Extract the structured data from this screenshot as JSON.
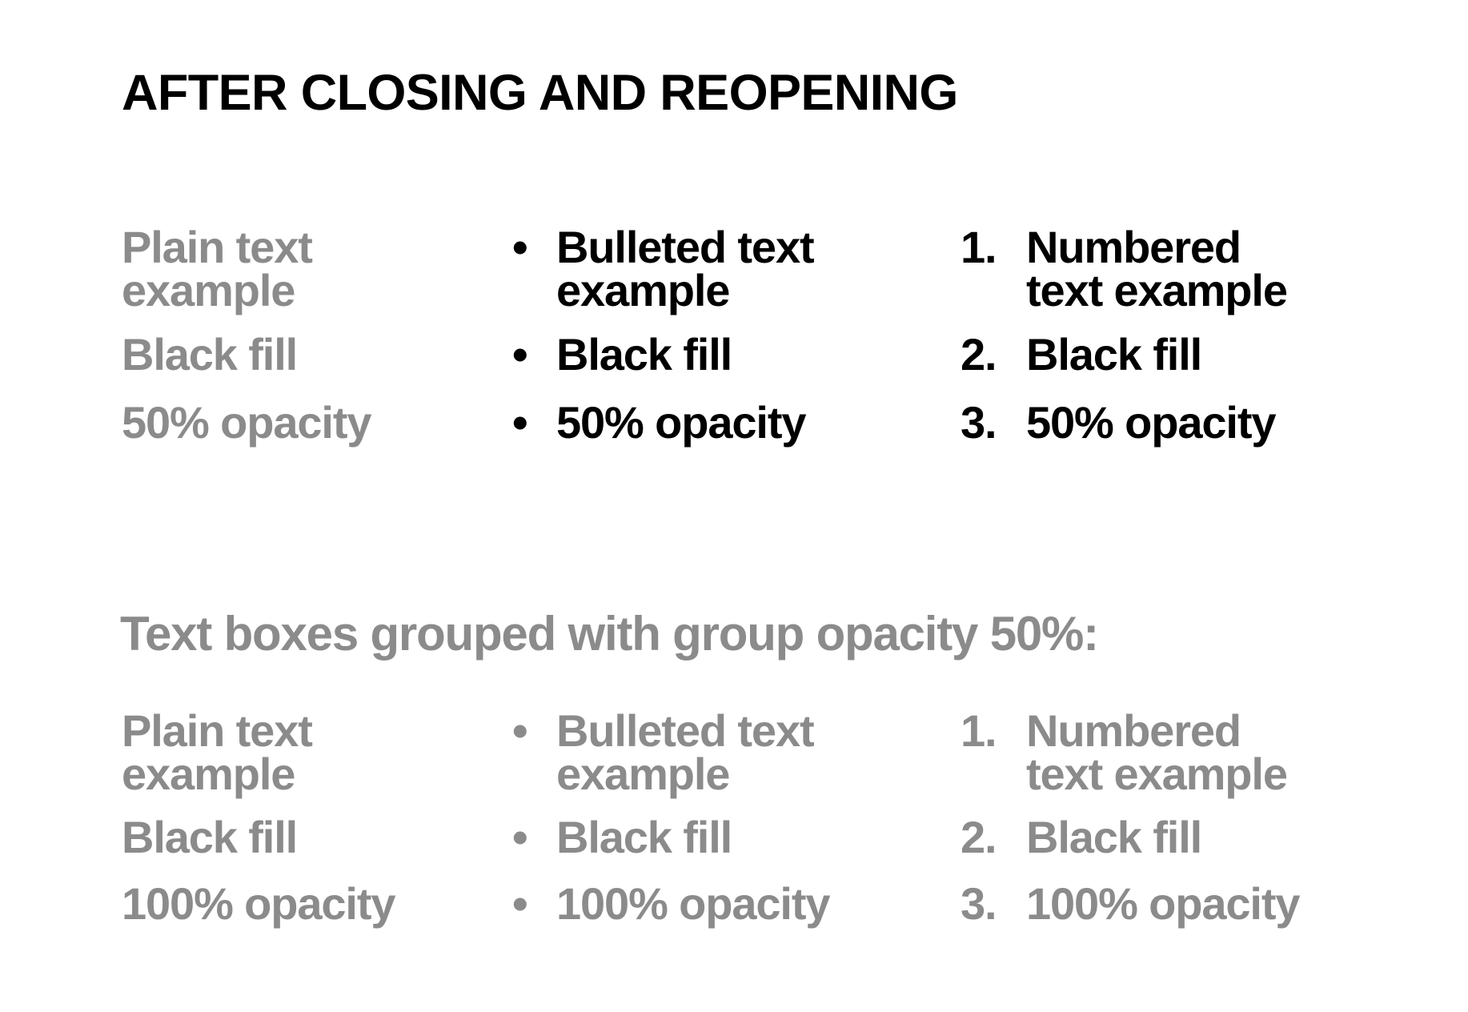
{
  "title": {
    "text": "AFTER CLOSING AND REOPENING"
  },
  "colors": {
    "text_black": "#000000",
    "text_gray": "#8b8b8b",
    "background": "#ffffff"
  },
  "markers": {
    "bullet_glyph": "•"
  },
  "section_top": {
    "plain_column": {
      "items": [
        "Plain text\nexample",
        "Black fill",
        "50% opacity"
      ]
    },
    "bulleted_column": {
      "items": [
        "Bulleted text\nexample",
        "Black fill",
        "50% opacity"
      ]
    },
    "numbered_column": {
      "numbers": [
        "1.",
        "2.",
        "3."
      ],
      "items": [
        "Numbered\ntext example",
        "Black fill",
        "50% opacity"
      ]
    }
  },
  "group_heading": {
    "text": "Text boxes grouped with group opacity 50%:"
  },
  "section_bottom": {
    "plain_column": {
      "items": [
        "Plain text\nexample",
        "Black fill",
        "100% opacity"
      ]
    },
    "bulleted_column": {
      "items": [
        "Bulleted text\nexample",
        "Black fill",
        "100% opacity"
      ]
    },
    "numbered_column": {
      "numbers": [
        "1.",
        "2.",
        "3."
      ],
      "items": [
        "Numbered\ntext example",
        "Black fill",
        "100% opacity"
      ]
    }
  }
}
